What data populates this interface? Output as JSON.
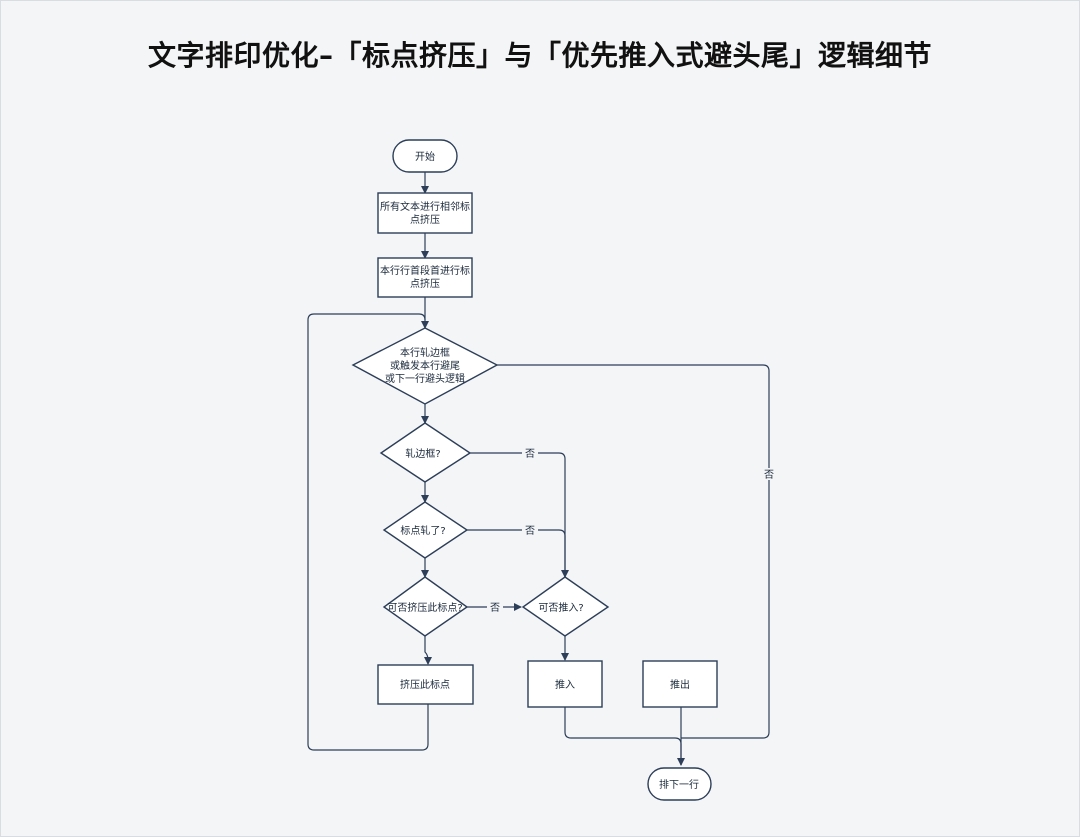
{
  "title": "文字排印优化–「标点挤压」与「优先推入式避头尾」逻辑细节",
  "colors": {
    "stroke": "#2c3e58",
    "background": "#f4f5f7",
    "node_fill": "#ffffff"
  },
  "nodes": {
    "start": "开始",
    "compress_all": [
      "所有文本进行相邻标",
      "点挤压"
    ],
    "compress_line": [
      "本行行首段首进行标",
      "点挤压"
    ],
    "check_line": [
      "本行轧边框",
      "或触发本行避尾",
      "或下一行避头逻辑"
    ],
    "check_border": "轧边框?",
    "check_punct": "标点轧了?",
    "can_compress": "可否挤压此标点?",
    "can_push": "可否推入?",
    "do_compress": "挤压此标点",
    "push_in": "推入",
    "push_out": "推出",
    "next_line": "排下一行"
  },
  "edges": {
    "no1": "否",
    "no2": "否",
    "no3": "否",
    "no4": "否"
  }
}
